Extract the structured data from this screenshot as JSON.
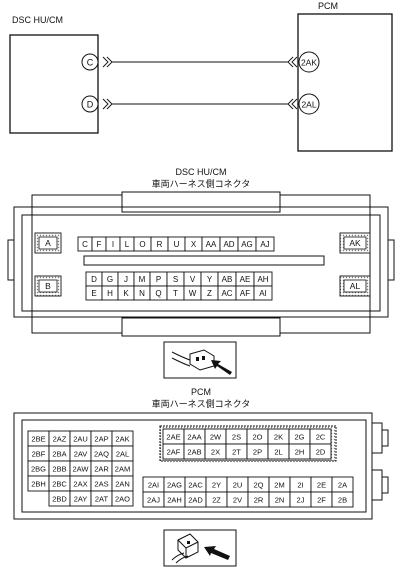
{
  "wiring": {
    "left_module": "DSC HU/CM",
    "right_module": "PCM",
    "left_pins": [
      "C",
      "D"
    ],
    "right_pins": [
      "2AK",
      "2AL"
    ]
  },
  "dsc_connector": {
    "title": "DSC HU/CM",
    "subtitle": "車両ハーネス側コネクタ",
    "side_pins": [
      "A",
      "B",
      "AK",
      "AL"
    ],
    "upper_row": [
      "C",
      "F",
      "I",
      "L",
      "O",
      "R",
      "U",
      "X",
      "AA",
      "AD",
      "AG",
      "AJ"
    ],
    "row2": [
      "D",
      "G",
      "J",
      "M",
      "P",
      "S",
      "V",
      "Y",
      "AB",
      "AE",
      "AH"
    ],
    "row3": [
      "E",
      "H",
      "K",
      "N",
      "Q",
      "T",
      "W",
      "Z",
      "AC",
      "AF",
      "AI"
    ]
  },
  "pcm_connector": {
    "title": "PCM",
    "subtitle": "車両ハーネス側コネクタ",
    "left_rows": [
      [
        "2BE",
        "2AZ",
        "2AU",
        "2AP",
        "2AK"
      ],
      [
        "2BF",
        "2BA",
        "2AV",
        "2AQ",
        "2AL"
      ],
      [
        "2BG",
        "2BB",
        "2AW",
        "2AR",
        "2AM"
      ],
      [
        "2BH",
        "2BC",
        "2AX",
        "2AS",
        "2AN"
      ],
      [
        "",
        "2BD",
        "2AY",
        "2AT",
        "2AO"
      ]
    ],
    "right_rows": [
      [
        "2AE",
        "2AA",
        "2W",
        "2S",
        "2O",
        "2K",
        "2G",
        "2C"
      ],
      [
        "2AF",
        "2AB",
        "2X",
        "2T",
        "2P",
        "2L",
        "2H",
        "2D"
      ],
      [
        "2AI",
        "2AG",
        "2AC",
        "2Y",
        "2U",
        "2Q",
        "2M",
        "2I",
        "2E",
        "2A"
      ],
      [
        "2AJ",
        "2AH",
        "2AD",
        "2Z",
        "2V",
        "2R",
        "2N",
        "2J",
        "2F",
        "2B"
      ]
    ]
  }
}
